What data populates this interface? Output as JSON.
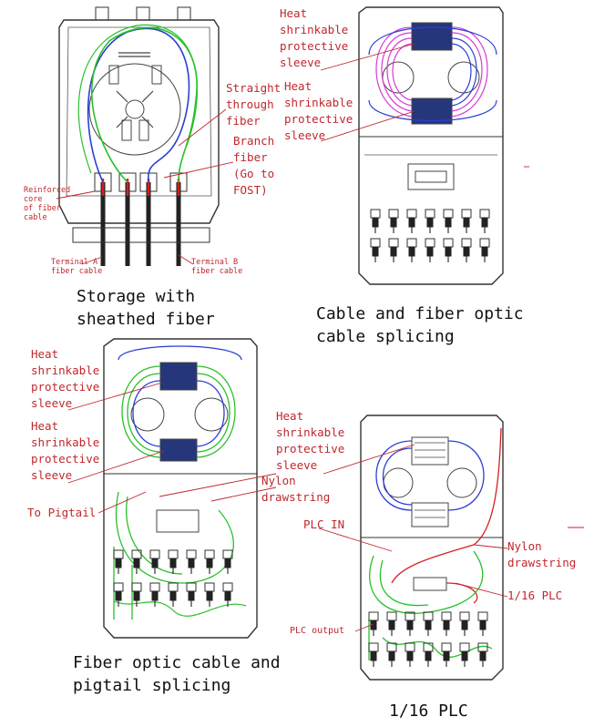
{
  "colors": {
    "label": "#c0272d",
    "caption": "#111111",
    "fiber_blue": "#2b3fd1",
    "fiber_green": "#28c028",
    "fiber_magenta": "#d63ad6",
    "fiber_red": "#d62020",
    "outline": "#333333"
  },
  "panel_1": {
    "caption_line1": "Storage with",
    "caption_line2": "sheathed fiber",
    "label_straight": "Straight\nthrough\nfiber",
    "label_branch": "Branch\nfiber\n(Go to\nFOST)",
    "label_reinforced": "Reinforced\ncore\nof fiber\ncable",
    "label_terminal_a": "Terminal A\nfiber cable",
    "label_terminal_b": "Terminal B\nfiber cable"
  },
  "panel_2": {
    "caption_line1": "Cable and fiber optic",
    "caption_line2": "cable splicing",
    "label_sleeve_top": "Heat\nshrinkable\nprotective\nsleeve",
    "label_sleeve_mid": "Heat\nshrinkable\nprotective\nsleeve"
  },
  "panel_3": {
    "caption_line1": "Fiber optic cable and",
    "caption_line2": "pigtail splicing",
    "label_sleeve_top": "Heat\nshrinkable\nprotective\nsleeve",
    "label_sleeve_mid": "Heat\nshrinkable\nprotective\nsleeve",
    "label_pigtail": "To Pigtail"
  },
  "panel_mid": {
    "label_sleeve": "Heat\nshrinkable\nprotective\nsleeve",
    "label_nylon": "Nylon\ndrawstring"
  },
  "panel_4": {
    "caption": "1/16 PLC",
    "label_plc_in": "PLC IN",
    "label_nylon": "Nylon\ndrawstring",
    "label_plc": "1/16 PLC",
    "label_plc_output": "PLC output"
  }
}
